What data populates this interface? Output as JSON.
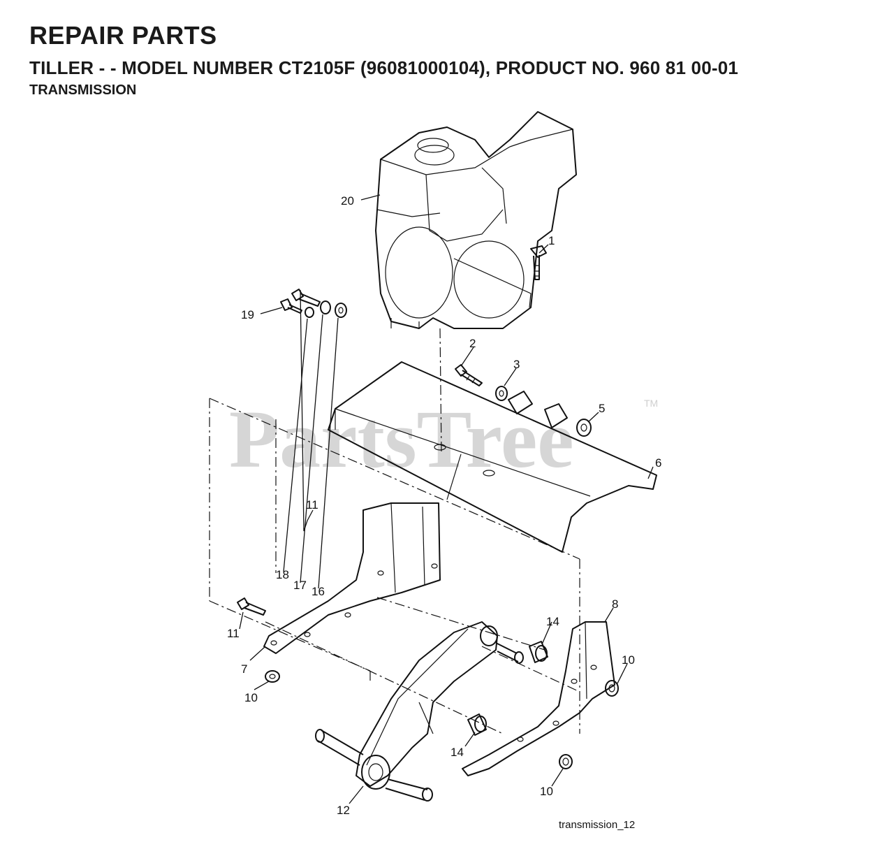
{
  "header": {
    "title": "REPAIR PARTS",
    "subtitle": "TILLER - - MODEL NUMBER CT2105F (96081000104), PRODUCT NO. 960 81 00-01",
    "section": "TRANSMISSION"
  },
  "watermark": {
    "text": "PartsTree",
    "trademark": "TM"
  },
  "callouts": {
    "c20": "20",
    "c1": "1",
    "c2": "2",
    "c3": "3",
    "c5": "5",
    "c6": "6",
    "c11a": "11",
    "c19": "19",
    "c18": "18",
    "c17": "17",
    "c16": "16",
    "c11b": "11",
    "c7": "7",
    "c10a": "10",
    "c14a": "14",
    "c8": "8",
    "c10b": "10",
    "c14b": "14",
    "c12": "12",
    "c10c": "10"
  },
  "caption": "transmission_12"
}
